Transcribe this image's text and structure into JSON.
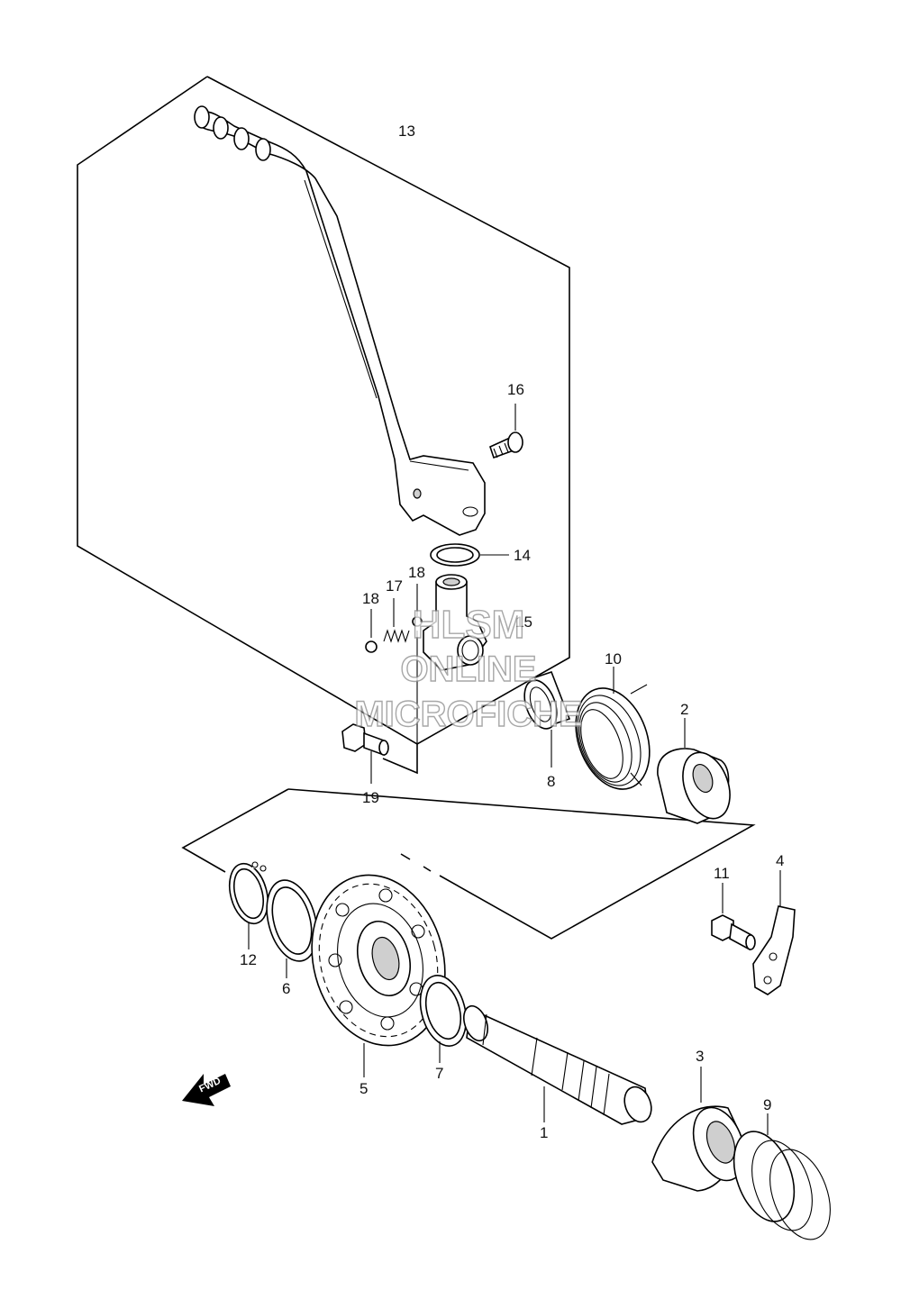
{
  "callouts": {
    "c1": "1",
    "c2": "2",
    "c3": "3",
    "c4": "4",
    "c5": "5",
    "c6": "6",
    "c7": "7",
    "c8": "8",
    "c9": "9",
    "c10": "10",
    "c11": "11",
    "c12": "12",
    "c13": "13",
    "c14": "14",
    "c15": "15",
    "c16": "16",
    "c17": "17",
    "c18a": "18",
    "c18b": "18",
    "c19": "19"
  },
  "fwd_arrow": {
    "label": "FWD"
  },
  "watermark": {
    "line1": "HLSM",
    "line2": "ONLINE",
    "line3": "MICROFICHE"
  }
}
